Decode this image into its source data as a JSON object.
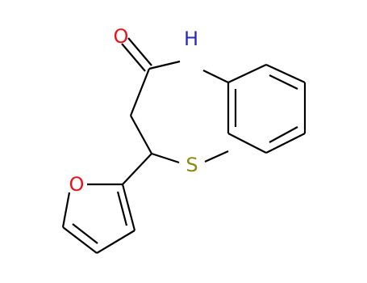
{
  "molecule": {
    "colors": {
      "bond": "#000000",
      "O": "#e8131a",
      "N": "#2a2ab4",
      "S": "#8a8a14"
    },
    "atoms": [
      {
        "id": "O1",
        "label": "O",
        "element": "O"
      },
      {
        "id": "N1",
        "label": "H",
        "element": "N"
      },
      {
        "id": "S1",
        "label": "S",
        "element": "S"
      },
      {
        "id": "O2",
        "label": "O",
        "element": "O"
      }
    ]
  }
}
